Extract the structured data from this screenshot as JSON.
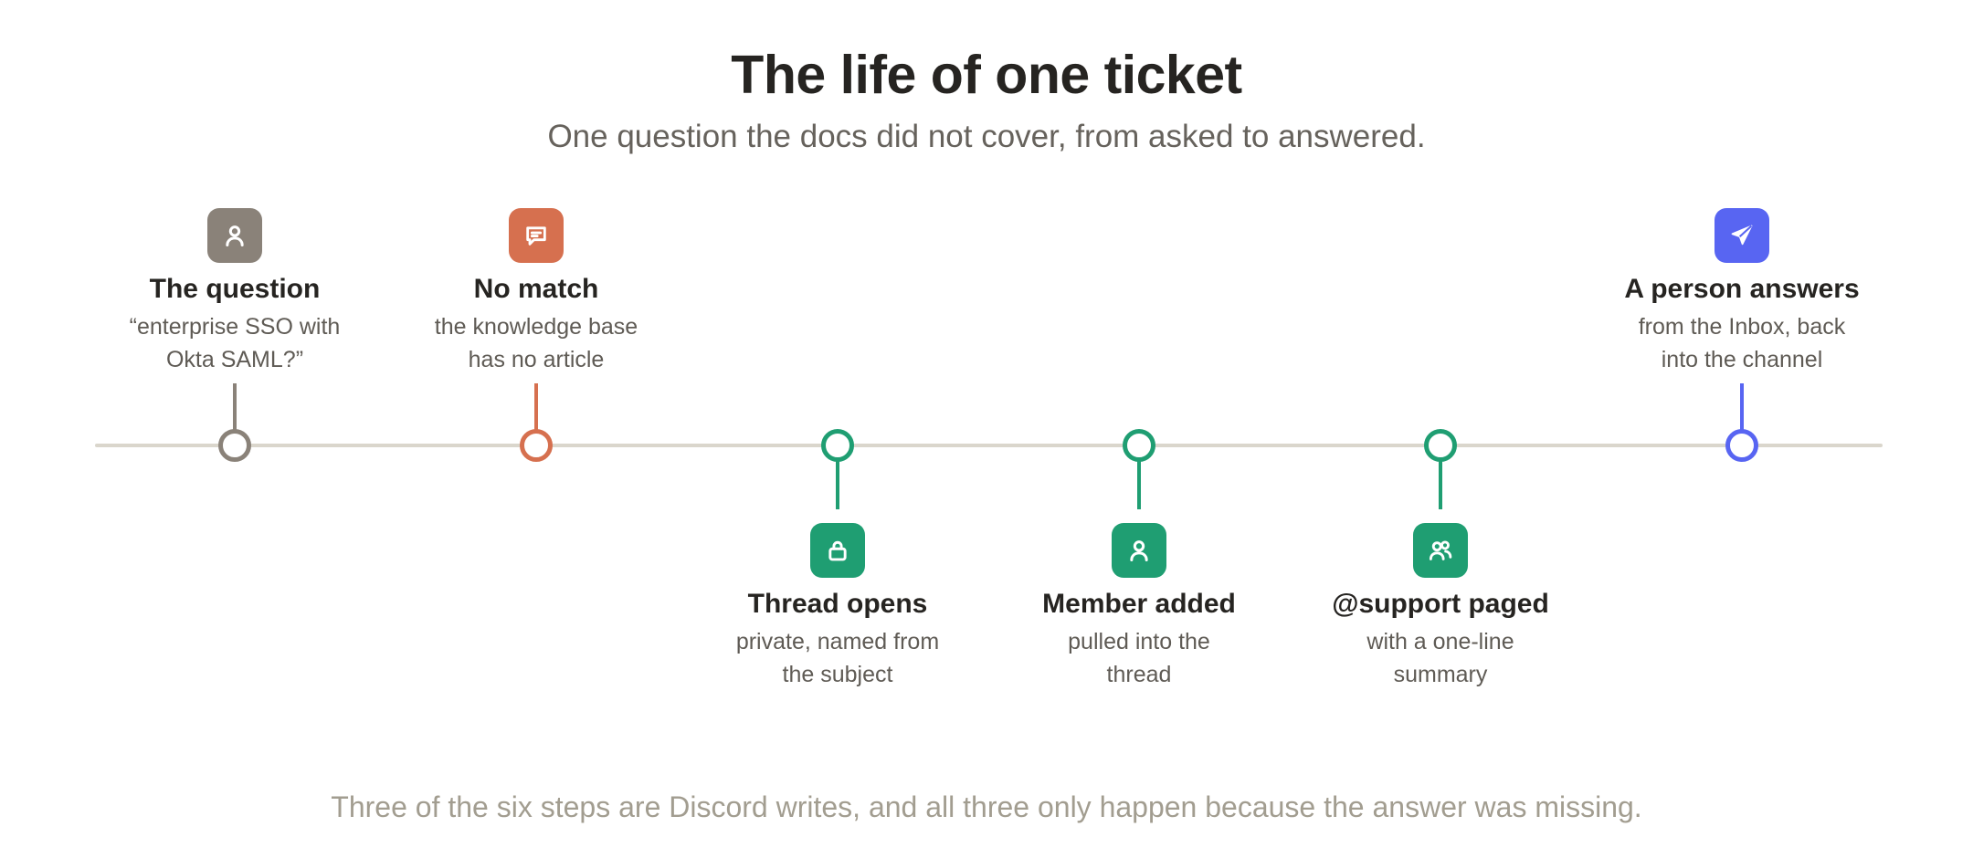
{
  "title": "The life of one ticket",
  "subtitle": "One question the docs did not cover, from asked to answered.",
  "footer": "Three of the six steps are Discord writes, and all three only happen because the answer was missing.",
  "colors": {
    "neutral": "#8a8279",
    "orange": "#d6704f",
    "green": "#1f9e72",
    "blue": "#5865f2",
    "axis": "#dad6cc"
  },
  "steps": [
    {
      "title": "The question",
      "desc_line1": "“enterprise SSO with",
      "desc_line2": "Okta SAML?”",
      "icon": "user-icon",
      "color": "#8a8279",
      "side": "above"
    },
    {
      "title": "No match",
      "desc_line1": "the knowledge base",
      "desc_line2": "has no article",
      "icon": "message-icon",
      "color": "#d6704f",
      "side": "above"
    },
    {
      "title": "Thread opens",
      "desc_line1": "private, named from",
      "desc_line2": "the subject",
      "icon": "lock-icon",
      "color": "#1f9e72",
      "side": "below"
    },
    {
      "title": "Member added",
      "desc_line1": "pulled into the",
      "desc_line2": "thread",
      "icon": "user-icon",
      "color": "#1f9e72",
      "side": "below"
    },
    {
      "title": "@support paged",
      "desc_line1": "with a one-line",
      "desc_line2": "summary",
      "icon": "users-icon",
      "color": "#1f9e72",
      "side": "below"
    },
    {
      "title": "A person answers",
      "desc_line1": "from the Inbox, back",
      "desc_line2": "into the channel",
      "icon": "send-icon",
      "color": "#5865f2",
      "side": "above"
    }
  ]
}
